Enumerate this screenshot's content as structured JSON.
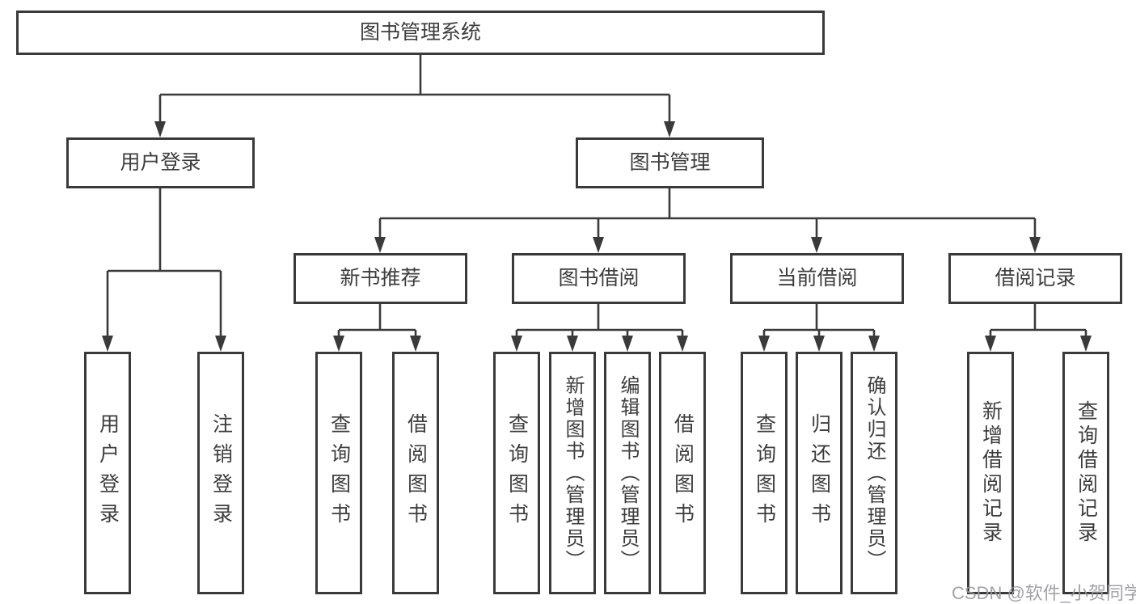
{
  "tree": {
    "root": {
      "label": "图书管理系统",
      "children": [
        {
          "label": "用户登录",
          "children": [
            {
              "label": "用户登录"
            },
            {
              "label": "注销登录"
            }
          ]
        },
        {
          "label": "图书管理",
          "children": [
            {
              "label": "新书推荐",
              "children": [
                {
                  "label": "查询图书"
                },
                {
                  "label": "借阅图书"
                }
              ]
            },
            {
              "label": "图书借阅",
              "children": [
                {
                  "label": "查询图书"
                },
                {
                  "label": "新增图书（管理员）"
                },
                {
                  "label": "编辑图书（管理员）"
                },
                {
                  "label": "借阅图书"
                }
              ]
            },
            {
              "label": "当前借阅",
              "children": [
                {
                  "label": "查询图书"
                },
                {
                  "label": "归还图书"
                },
                {
                  "label": "确认归还（管理员）"
                }
              ]
            },
            {
              "label": "借阅记录",
              "children": [
                {
                  "label": "新增借阅记录"
                },
                {
                  "label": "查询借阅记录"
                }
              ]
            }
          ]
        }
      ]
    }
  },
  "watermark": {
    "text": "CSDN @软件_小贺同学"
  },
  "colors": {
    "line": "#3a3a3a",
    "box_border": "#3a3a3a",
    "text": "#3d3d3d",
    "watermark": "#98989e",
    "background": "#ffffff"
  }
}
